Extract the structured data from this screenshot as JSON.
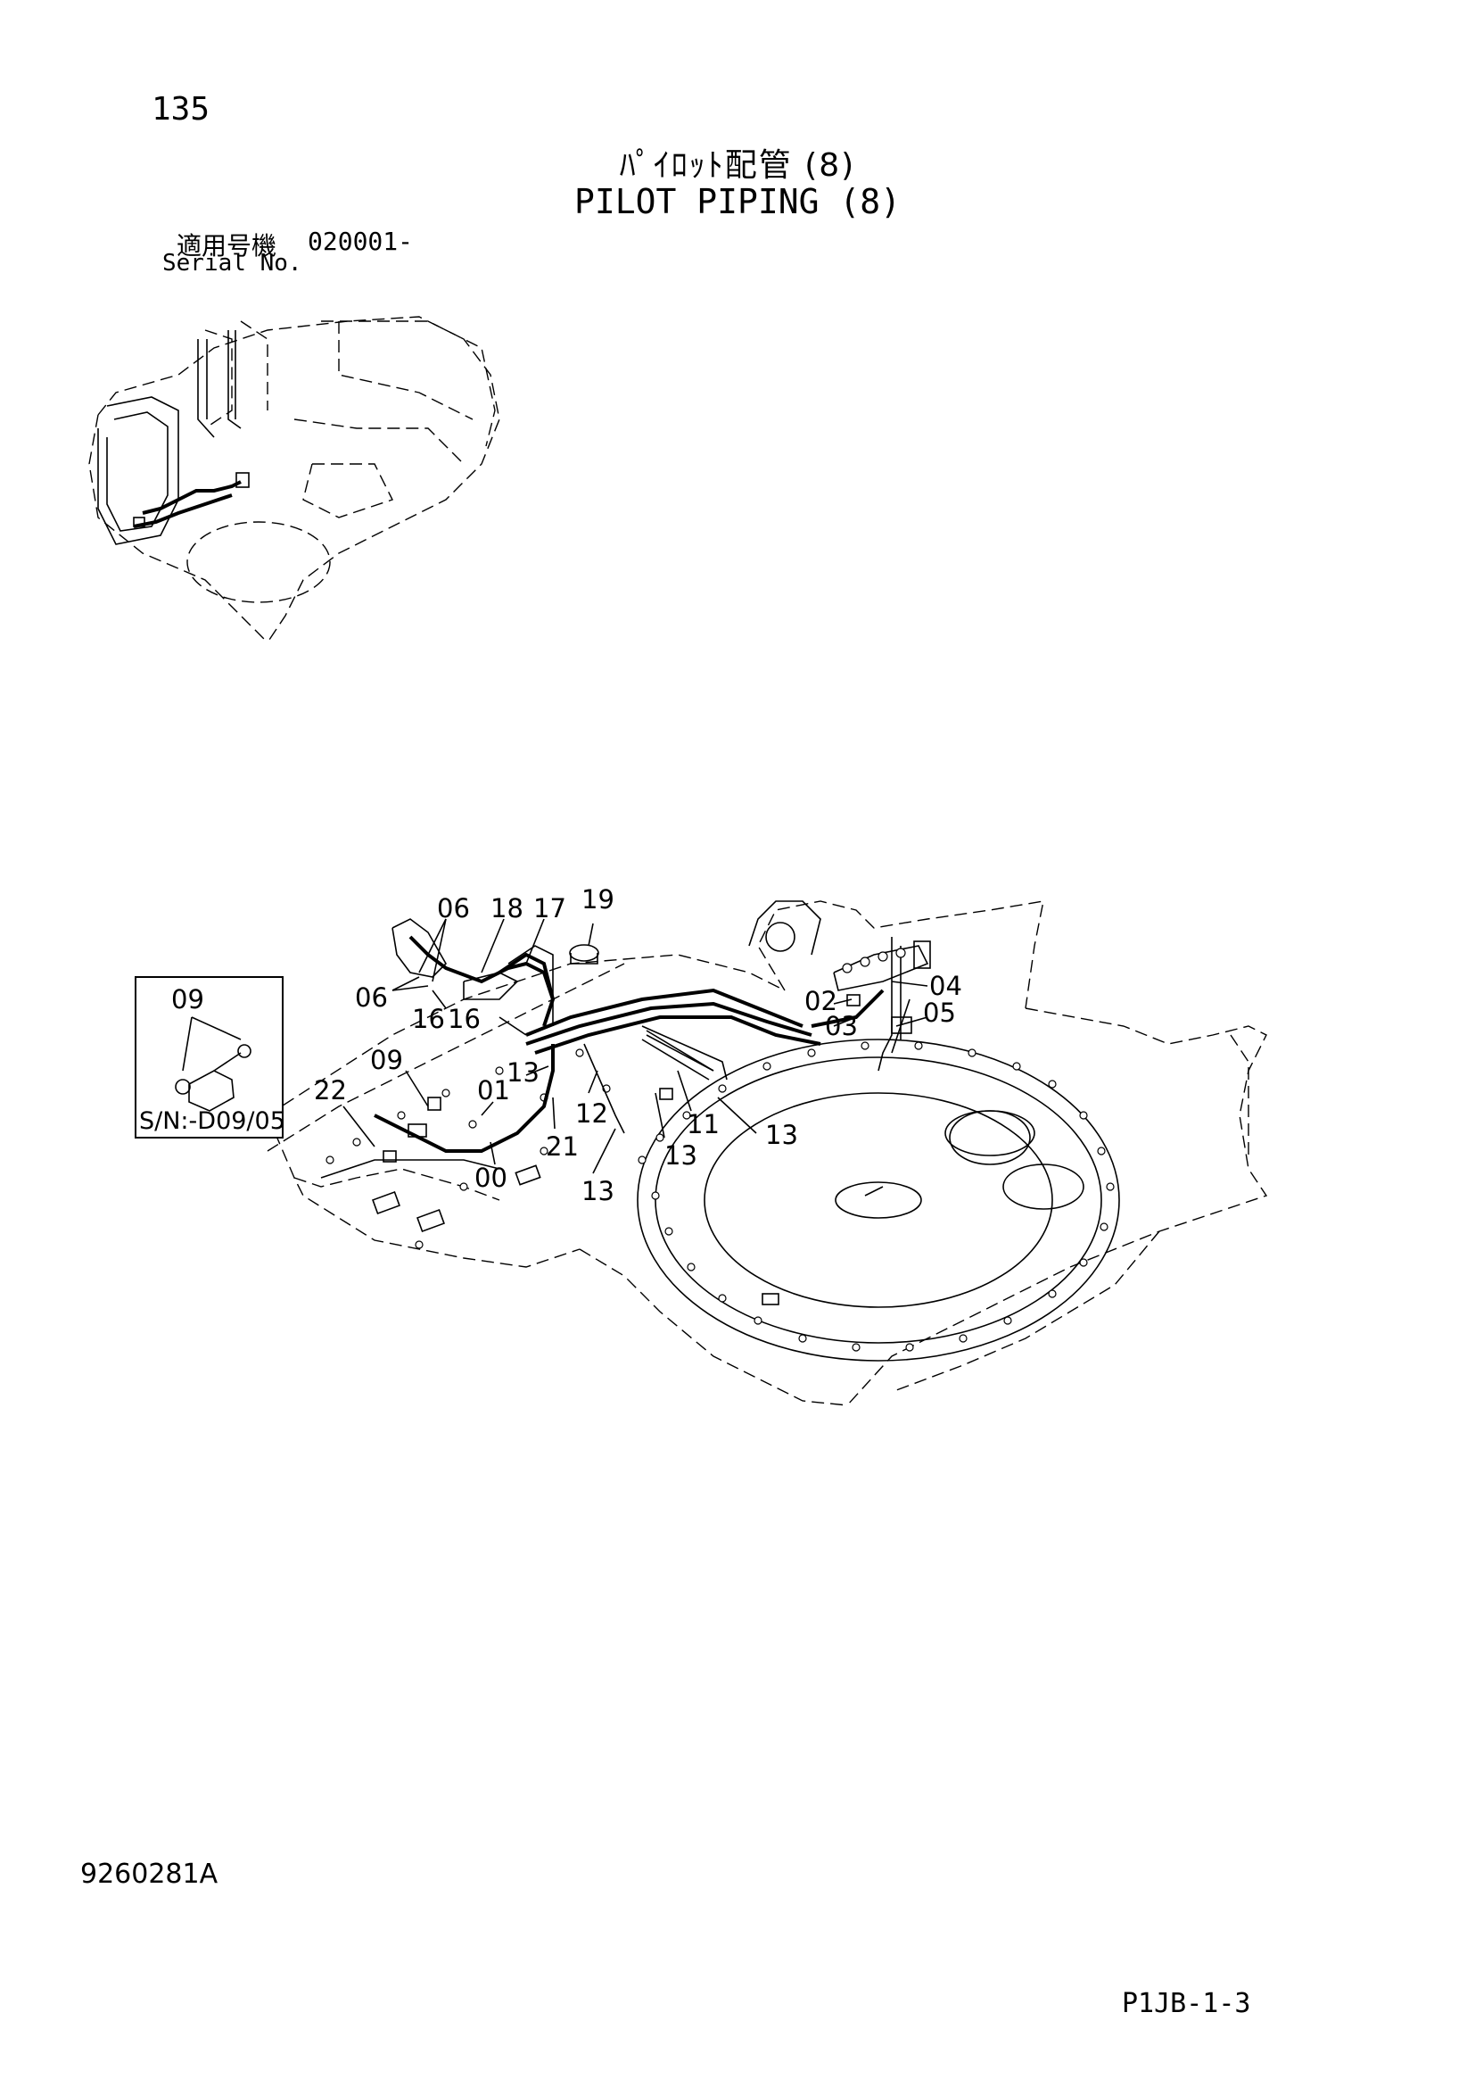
{
  "header": {
    "page_number": "135",
    "title_jp": "ﾊﾟｲﾛｯﾄ配管 (8)",
    "title_en": "PILOT PIPING (8)",
    "serial_label_jp": "適用号機",
    "serial_value": "020001-",
    "serial_label_en": "Serial No."
  },
  "inset_box": {
    "callout": "09",
    "note": "S/N:-D09/05"
  },
  "callouts": {
    "c06a": "06",
    "c18": "18",
    "c17": "17",
    "c19": "19",
    "c06b": "06",
    "c16a": "16",
    "c16b": "16",
    "c09": "09",
    "c22": "22",
    "c01": "01",
    "c13a": "13",
    "c12": "12",
    "c21": "21",
    "c00": "00",
    "c13b": "13",
    "c13c": "13",
    "c11": "11",
    "c13d": "13",
    "c02": "02",
    "c04": "04",
    "c03": "03",
    "c05": "05"
  },
  "footer": {
    "drawing_code": "9260281A",
    "sheet_code": "P1JB-1-3"
  }
}
